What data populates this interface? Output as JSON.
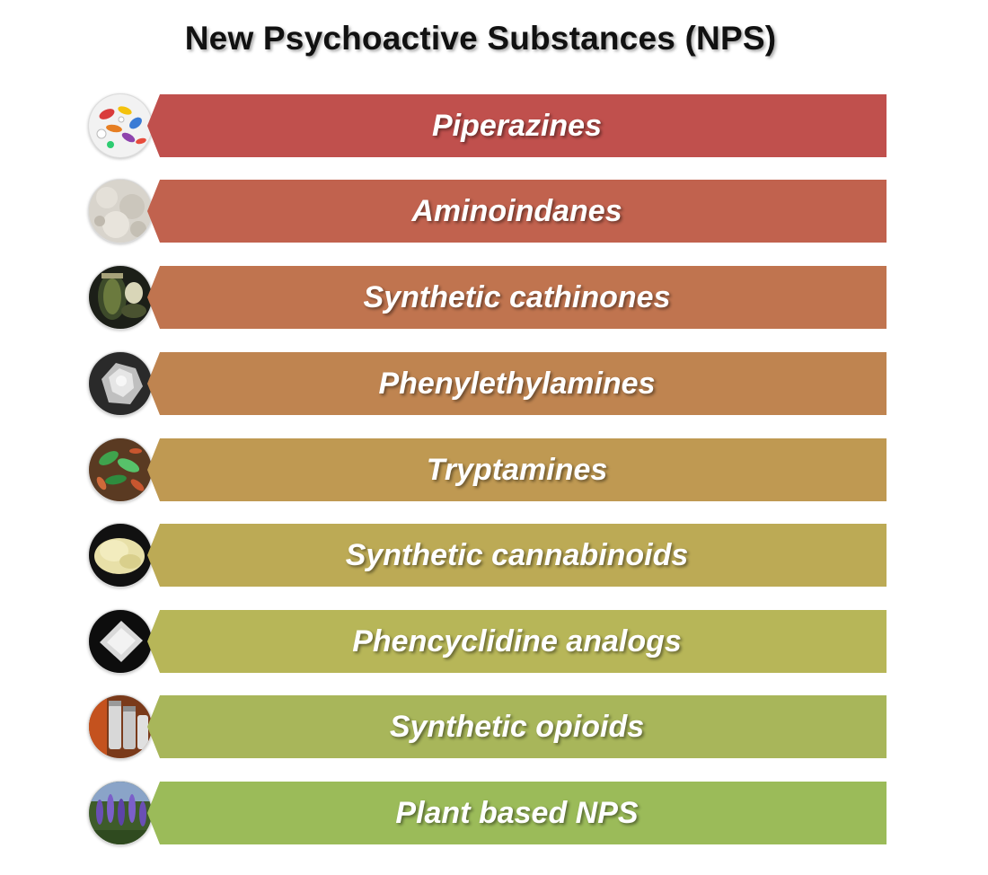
{
  "title": "New Psychoactive Substances (NPS)",
  "categories": [
    {
      "label": "Piperazines",
      "color": "#c0504d",
      "icon": "colorful-pills-icon"
    },
    {
      "label": "Aminoindanes",
      "color": "#c1624e",
      "icon": "grey-powder-icon"
    },
    {
      "label": "Synthetic cathinones",
      "color": "#c0744f",
      "icon": "powder-in-jar-icon"
    },
    {
      "label": "Phenylethylamines",
      "color": "#bf8450",
      "icon": "white-crystal-icon"
    },
    {
      "label": "Tryptamines",
      "color": "#bf9952",
      "icon": "leaves-and-mushrooms-icon"
    },
    {
      "label": "Synthetic cannabinoids",
      "color": "#bcaa55",
      "icon": "yellow-powder-icon"
    },
    {
      "label": "Phencyclidine analogs",
      "color": "#b7b658",
      "icon": "powder-bag-icon"
    },
    {
      "label": "Synthetic opioids",
      "color": "#a8b65a",
      "icon": "pill-bottles-icon"
    },
    {
      "label": "Plant based NPS",
      "color": "#9bbb59",
      "icon": "purple-salvia-plant-icon"
    }
  ]
}
